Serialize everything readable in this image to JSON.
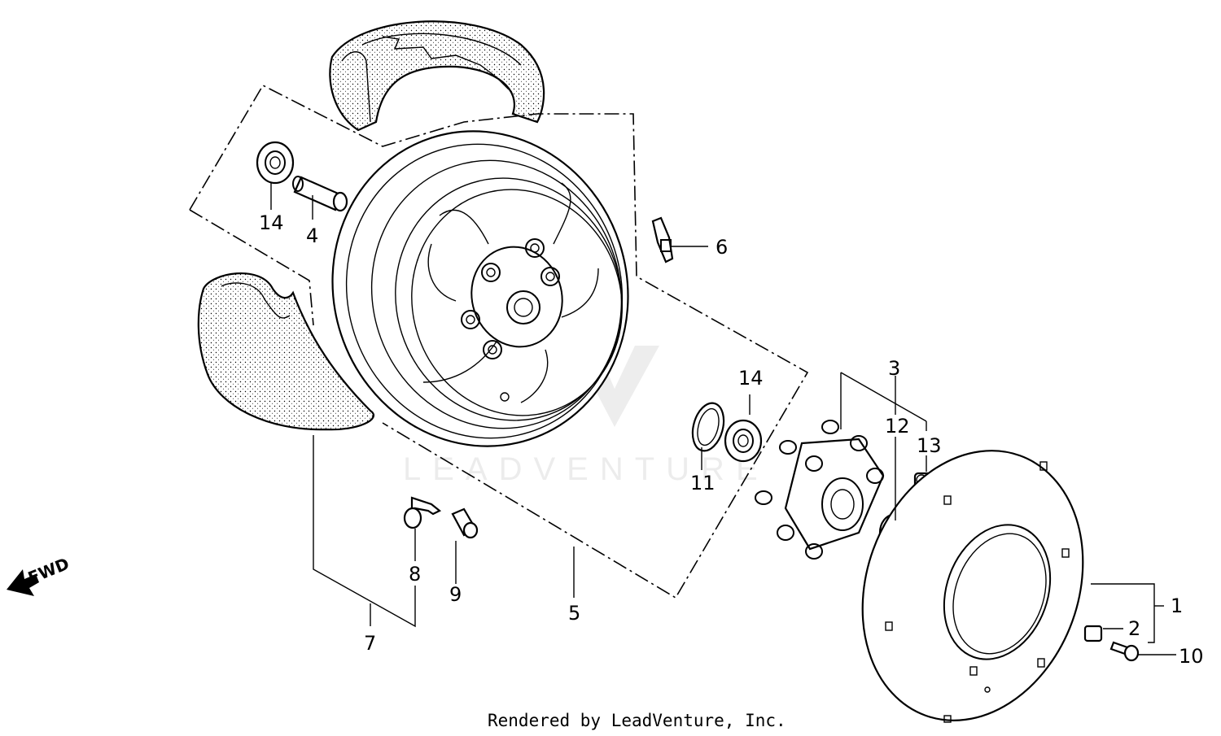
{
  "diagram": {
    "callouts": {
      "c1": "1",
      "c2": "2",
      "c3": "3",
      "c4": "4",
      "c5": "5",
      "c6": "6",
      "c7": "7",
      "c8": "8",
      "c9": "9",
      "c10": "10",
      "c11": "11",
      "c12": "12",
      "c13": "13",
      "c14a": "14",
      "c14b": "14"
    },
    "direction_label": "FWD",
    "watermark": "LEADVENTURE",
    "footer": "Rendered by LeadVenture, Inc."
  }
}
